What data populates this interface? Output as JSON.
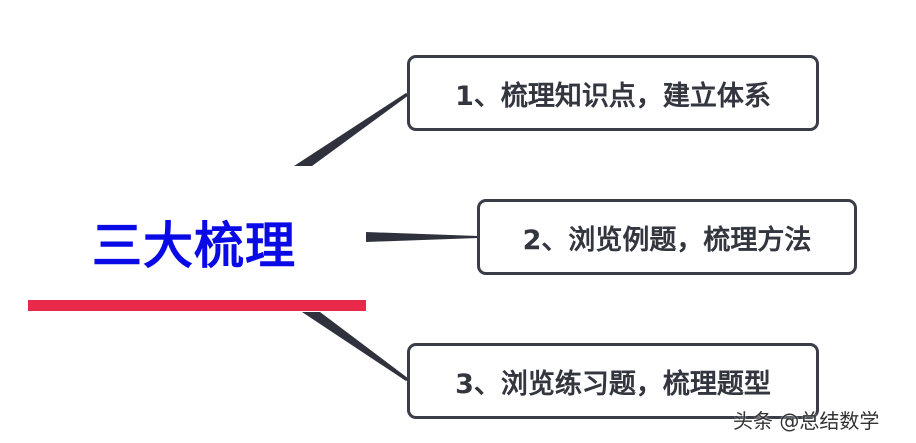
{
  "central_topic": "三大梳理",
  "branches": [
    {
      "label": "1、梳理知识点，建立体系"
    },
    {
      "label": "2、浏览例题，梳理方法"
    },
    {
      "label": "3、浏览练习题，梳理题型"
    }
  ],
  "watermark": "头条 @总结数学",
  "colors": {
    "title": "#0a0ae6",
    "underline": "#e8294a",
    "connector": "#2f323c"
  }
}
